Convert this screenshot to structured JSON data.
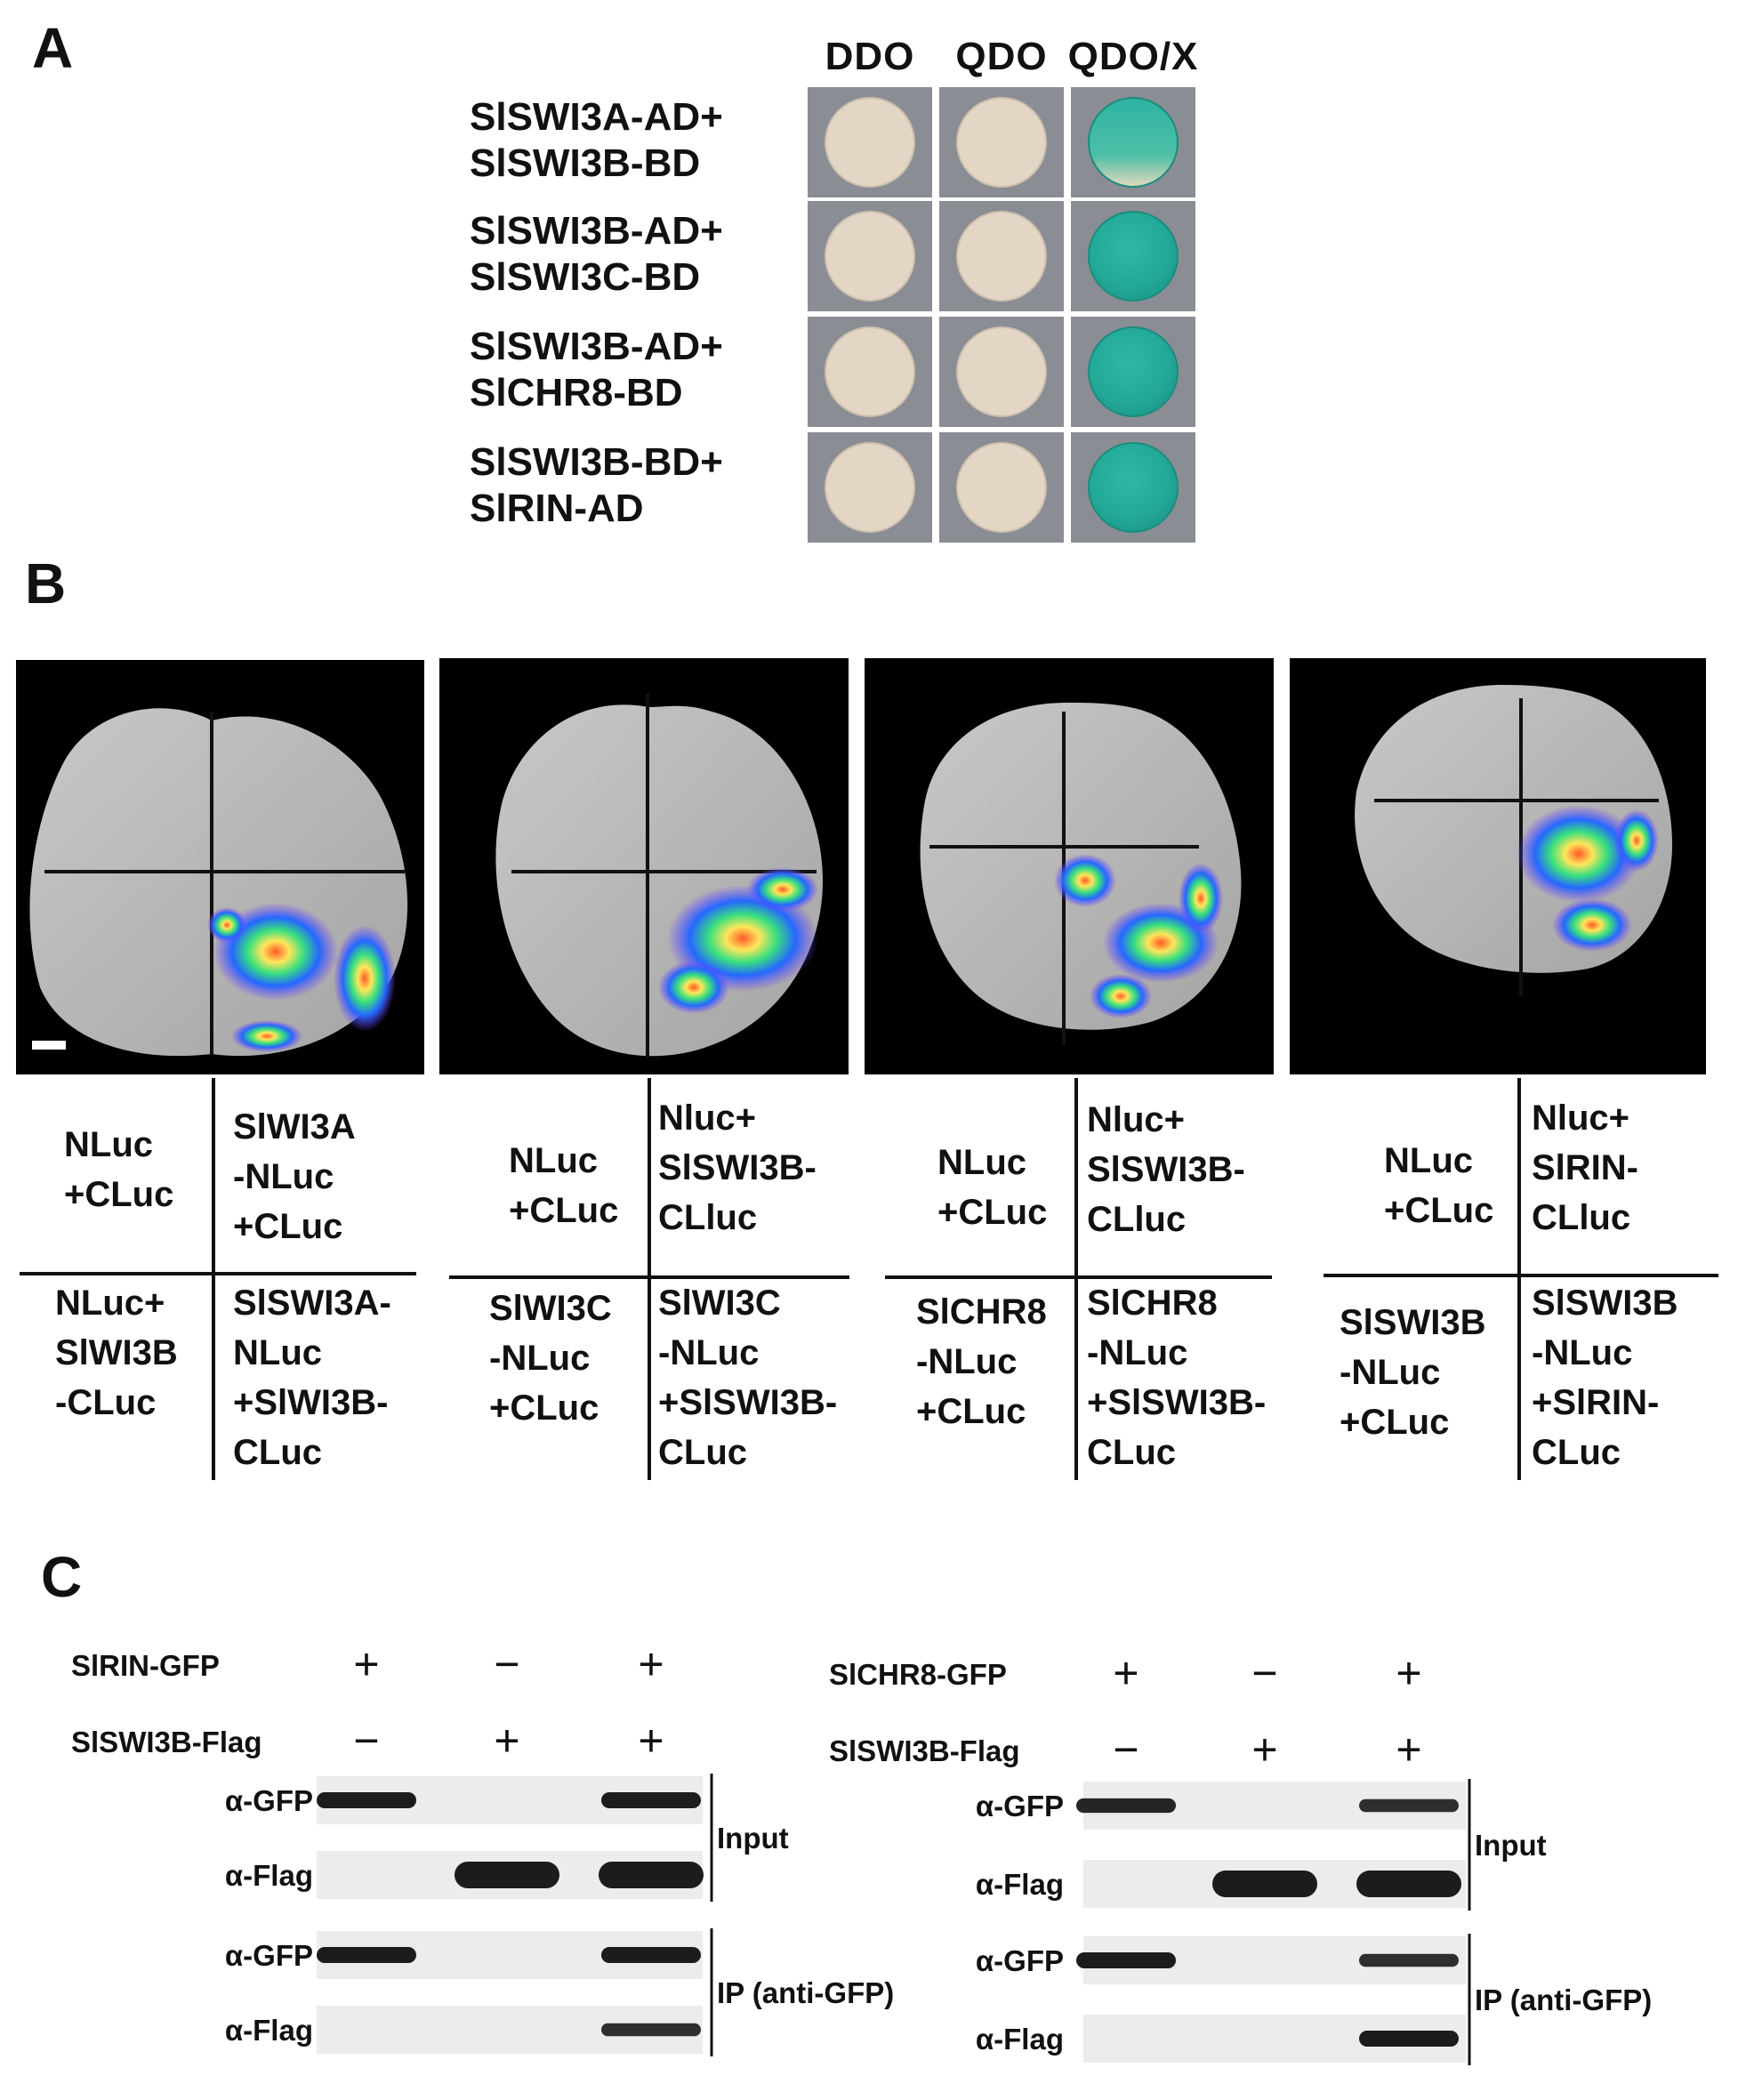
{
  "panel_a": {
    "letter": "A",
    "columns": [
      "DDO",
      "QDO",
      "QDO/X"
    ],
    "rows": [
      {
        "lines": [
          "SlSWI3A-AD+",
          "SlSWI3B-BD"
        ]
      },
      {
        "lines": [
          "SlSWI3B-AD+",
          "SlSWI3C-BD"
        ]
      },
      {
        "lines": [
          "SlSWI3B-AD+",
          "SlCHR8-BD"
        ]
      },
      {
        "lines": [
          "SlSWI3B-BD+",
          "SlRIN-AD"
        ]
      }
    ],
    "colors": {
      "tile": "#8a8d93",
      "colony": "#e4d6c5",
      "blue_colony": "#2bb2a2"
    }
  },
  "panel_b": {
    "letter": "B",
    "groups": [
      {
        "tl": [
          "NLuc",
          "+CLuc"
        ],
        "tr": [
          "SlWI3A",
          "-NLuc",
          "+CLuc"
        ],
        "bl": [
          "NLuc+",
          "SlWI3B",
          "-CLuc"
        ],
        "br": [
          "SlSWI3A-",
          "NLuc",
          "+SlWI3B-",
          "CLuc"
        ]
      },
      {
        "tl": [
          "NLuc",
          "+CLuc"
        ],
        "tr": [
          "Nluc+",
          "SlSWI3B-",
          "CLluc"
        ],
        "bl": [
          "SlWI3C",
          "-NLuc",
          "+CLuc"
        ],
        "br": [
          "SlWI3C",
          "-NLuc",
          "+SlSWI3B-",
          "CLuc"
        ]
      },
      {
        "tl": [
          "NLuc",
          "+CLuc"
        ],
        "tr": [
          "Nluc+",
          "SlSWI3B-",
          "CLluc"
        ],
        "bl": [
          "SlCHR8",
          "-NLuc",
          "+CLuc"
        ],
        "br": [
          "SlCHR8",
          "-NLuc",
          "+SlSWI3B-",
          "CLuc"
        ]
      },
      {
        "tl": [
          "NLuc",
          "+CLuc"
        ],
        "tr": [
          "Nluc+",
          "SlRIN-",
          "CLluc"
        ],
        "bl": [
          "SlSWI3B",
          "-NLuc",
          "+CLuc"
        ],
        "br": [
          "SlSWI3B",
          "-NLuc",
          "+SlRIN-",
          "CLuc"
        ]
      }
    ]
  },
  "panel_c": {
    "letter": "C",
    "blocks": [
      {
        "rows": [
          {
            "label": "SlRIN-GFP",
            "signs": [
              "+",
              "−",
              "+"
            ]
          },
          {
            "label": "SlSWI3B-Flag",
            "signs": [
              "−",
              "+",
              "+"
            ]
          }
        ],
        "blots": [
          {
            "label": "α-GFP",
            "bands": [
              1,
              0,
              1
            ]
          },
          {
            "label": "α-Flag",
            "bands": [
              0,
              1,
              1
            ]
          },
          {
            "label": "α-GFP",
            "bands": [
              1,
              0,
              1
            ]
          },
          {
            "label": "α-Flag",
            "bands": [
              0,
              0,
              0.8
            ]
          }
        ],
        "groups": [
          "Input",
          "IP (anti-GFP)"
        ]
      },
      {
        "rows": [
          {
            "label": "SlCHR8-GFP",
            "signs": [
              "+",
              "−",
              "+"
            ]
          },
          {
            "label": "SlSWI3B-Flag",
            "signs": [
              "−",
              "+",
              "+"
            ]
          }
        ],
        "blots": [
          {
            "label": "α-GFP",
            "bands": [
              0.9,
              0,
              0.8
            ]
          },
          {
            "label": "α-Flag",
            "bands": [
              0,
              1,
              1
            ]
          },
          {
            "label": "α-GFP",
            "bands": [
              1,
              0,
              0.8
            ]
          },
          {
            "label": "α-Flag",
            "bands": [
              0,
              0,
              1
            ]
          }
        ],
        "groups": [
          "Input",
          "IP (anti-GFP)"
        ]
      }
    ]
  }
}
